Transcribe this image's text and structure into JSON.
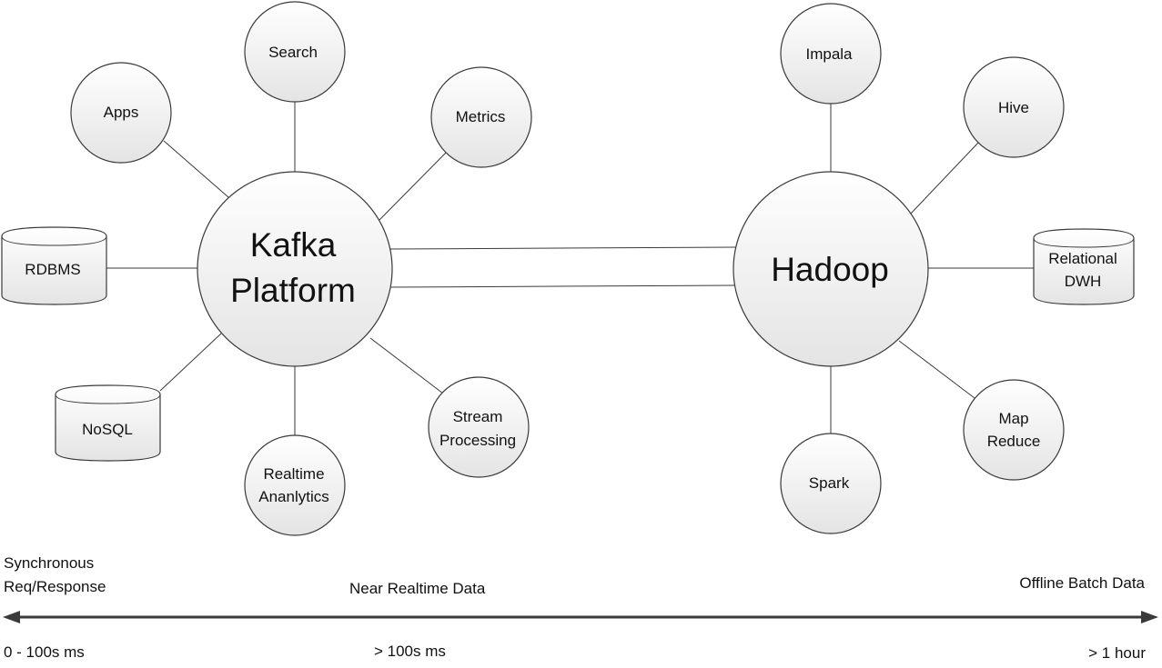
{
  "kafka_label_line1": "Kafka",
  "kafka_label_line2": "Platform",
  "hadoop_label": "Hadoop",
  "kafka_nodes": {
    "search": "Search",
    "apps": "Apps",
    "metrics": "Metrics",
    "rdbms": "RDBMS",
    "nosql": "NoSQL",
    "realtime_line1": "Realtime",
    "realtime_line2": "Ananlytics",
    "stream_line1": "Stream",
    "stream_line2": "Processing"
  },
  "hadoop_nodes": {
    "impala": "Impala",
    "hive": "Hive",
    "dwh_line1": "Relational",
    "dwh_line2": "DWH",
    "mapreduce_line1": "Map",
    "mapreduce_line2": "Reduce",
    "spark": "Spark"
  },
  "timeline": {
    "left_top_line1": "Synchronous",
    "left_top_line2": "Req/Response",
    "middle_top": "Near Realtime Data",
    "right_top": "Offline Batch Data",
    "left_bottom": "0 - 100s ms",
    "middle_bottom": "> 100s ms",
    "right_bottom": "> 1 hour"
  }
}
